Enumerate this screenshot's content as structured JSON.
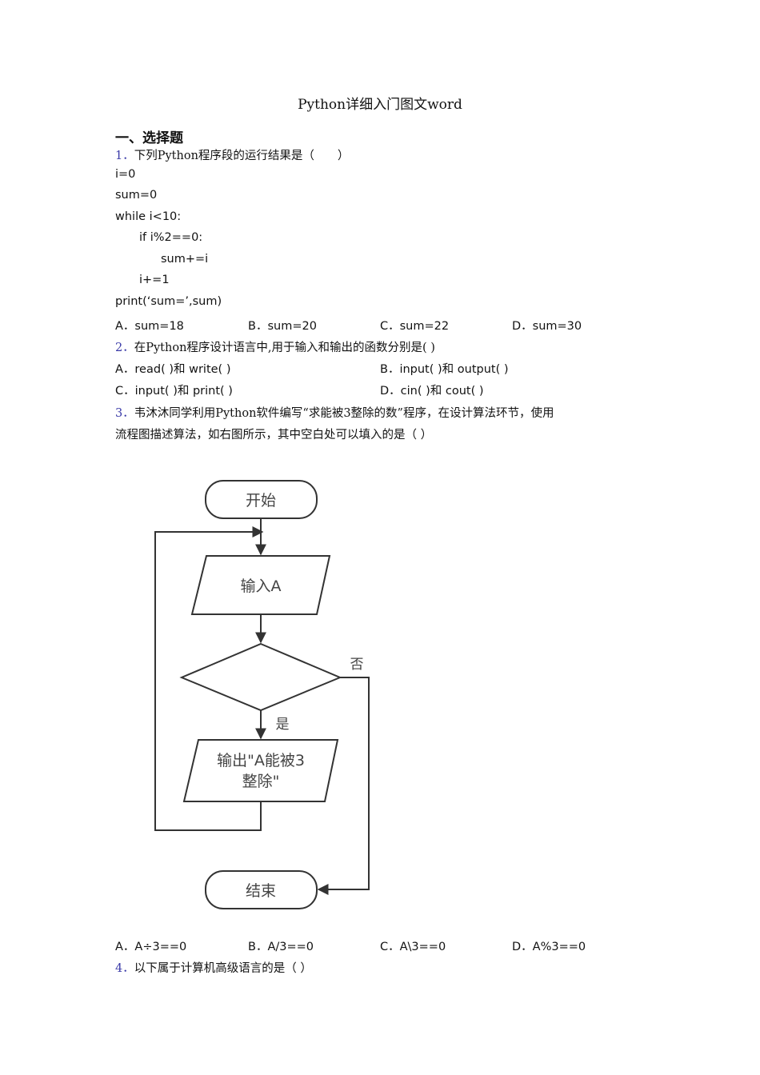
{
  "doc": {
    "title": "Python详细入门图文word",
    "section": "一、选择题"
  },
  "q1": {
    "num": "1．",
    "text": "下列Python程序段的运行结果是（　　）",
    "code": [
      "i=0",
      "sum=0",
      "while i<10:",
      "if  i%2==0:",
      "sum+=i",
      "i+=1",
      "print(‘sum=’,sum)"
    ],
    "options": [
      "A．sum=18",
      "B．sum=20",
      "C．sum=22",
      "D．sum=30"
    ]
  },
  "q2": {
    "num": "2．",
    "text": "在Python程序设计语言中,用于输入和输出的函数分别是(   )",
    "options": [
      "A．read(  )和 write(    )",
      "B．input( )和 output(    )",
      "C．input( )和 print(    )",
      "D．cin(  )和 cout(  )"
    ]
  },
  "q3": {
    "num": "3．",
    "text_line1": "韦沐沐同学利用Python软件编写“求能被3整除的数”程序，在设计算法环节，使用",
    "text_line2": "流程图描述算法，如右图所示，其中空白处可以填入的是（    ）",
    "flowchart": {
      "start": "开始",
      "input": "输入A",
      "no_label": "否",
      "yes_label": "是",
      "output_line1": "输出\"A能被3",
      "output_line2": "整除\"",
      "end": "结束"
    },
    "options": [
      "A．A÷3==0",
      "B．A/3==0",
      "C．A\\3==0",
      "D．A%3==0"
    ]
  },
  "q4": {
    "num": "4．",
    "text": "以下属于计算机高级语言的是（   ）"
  }
}
